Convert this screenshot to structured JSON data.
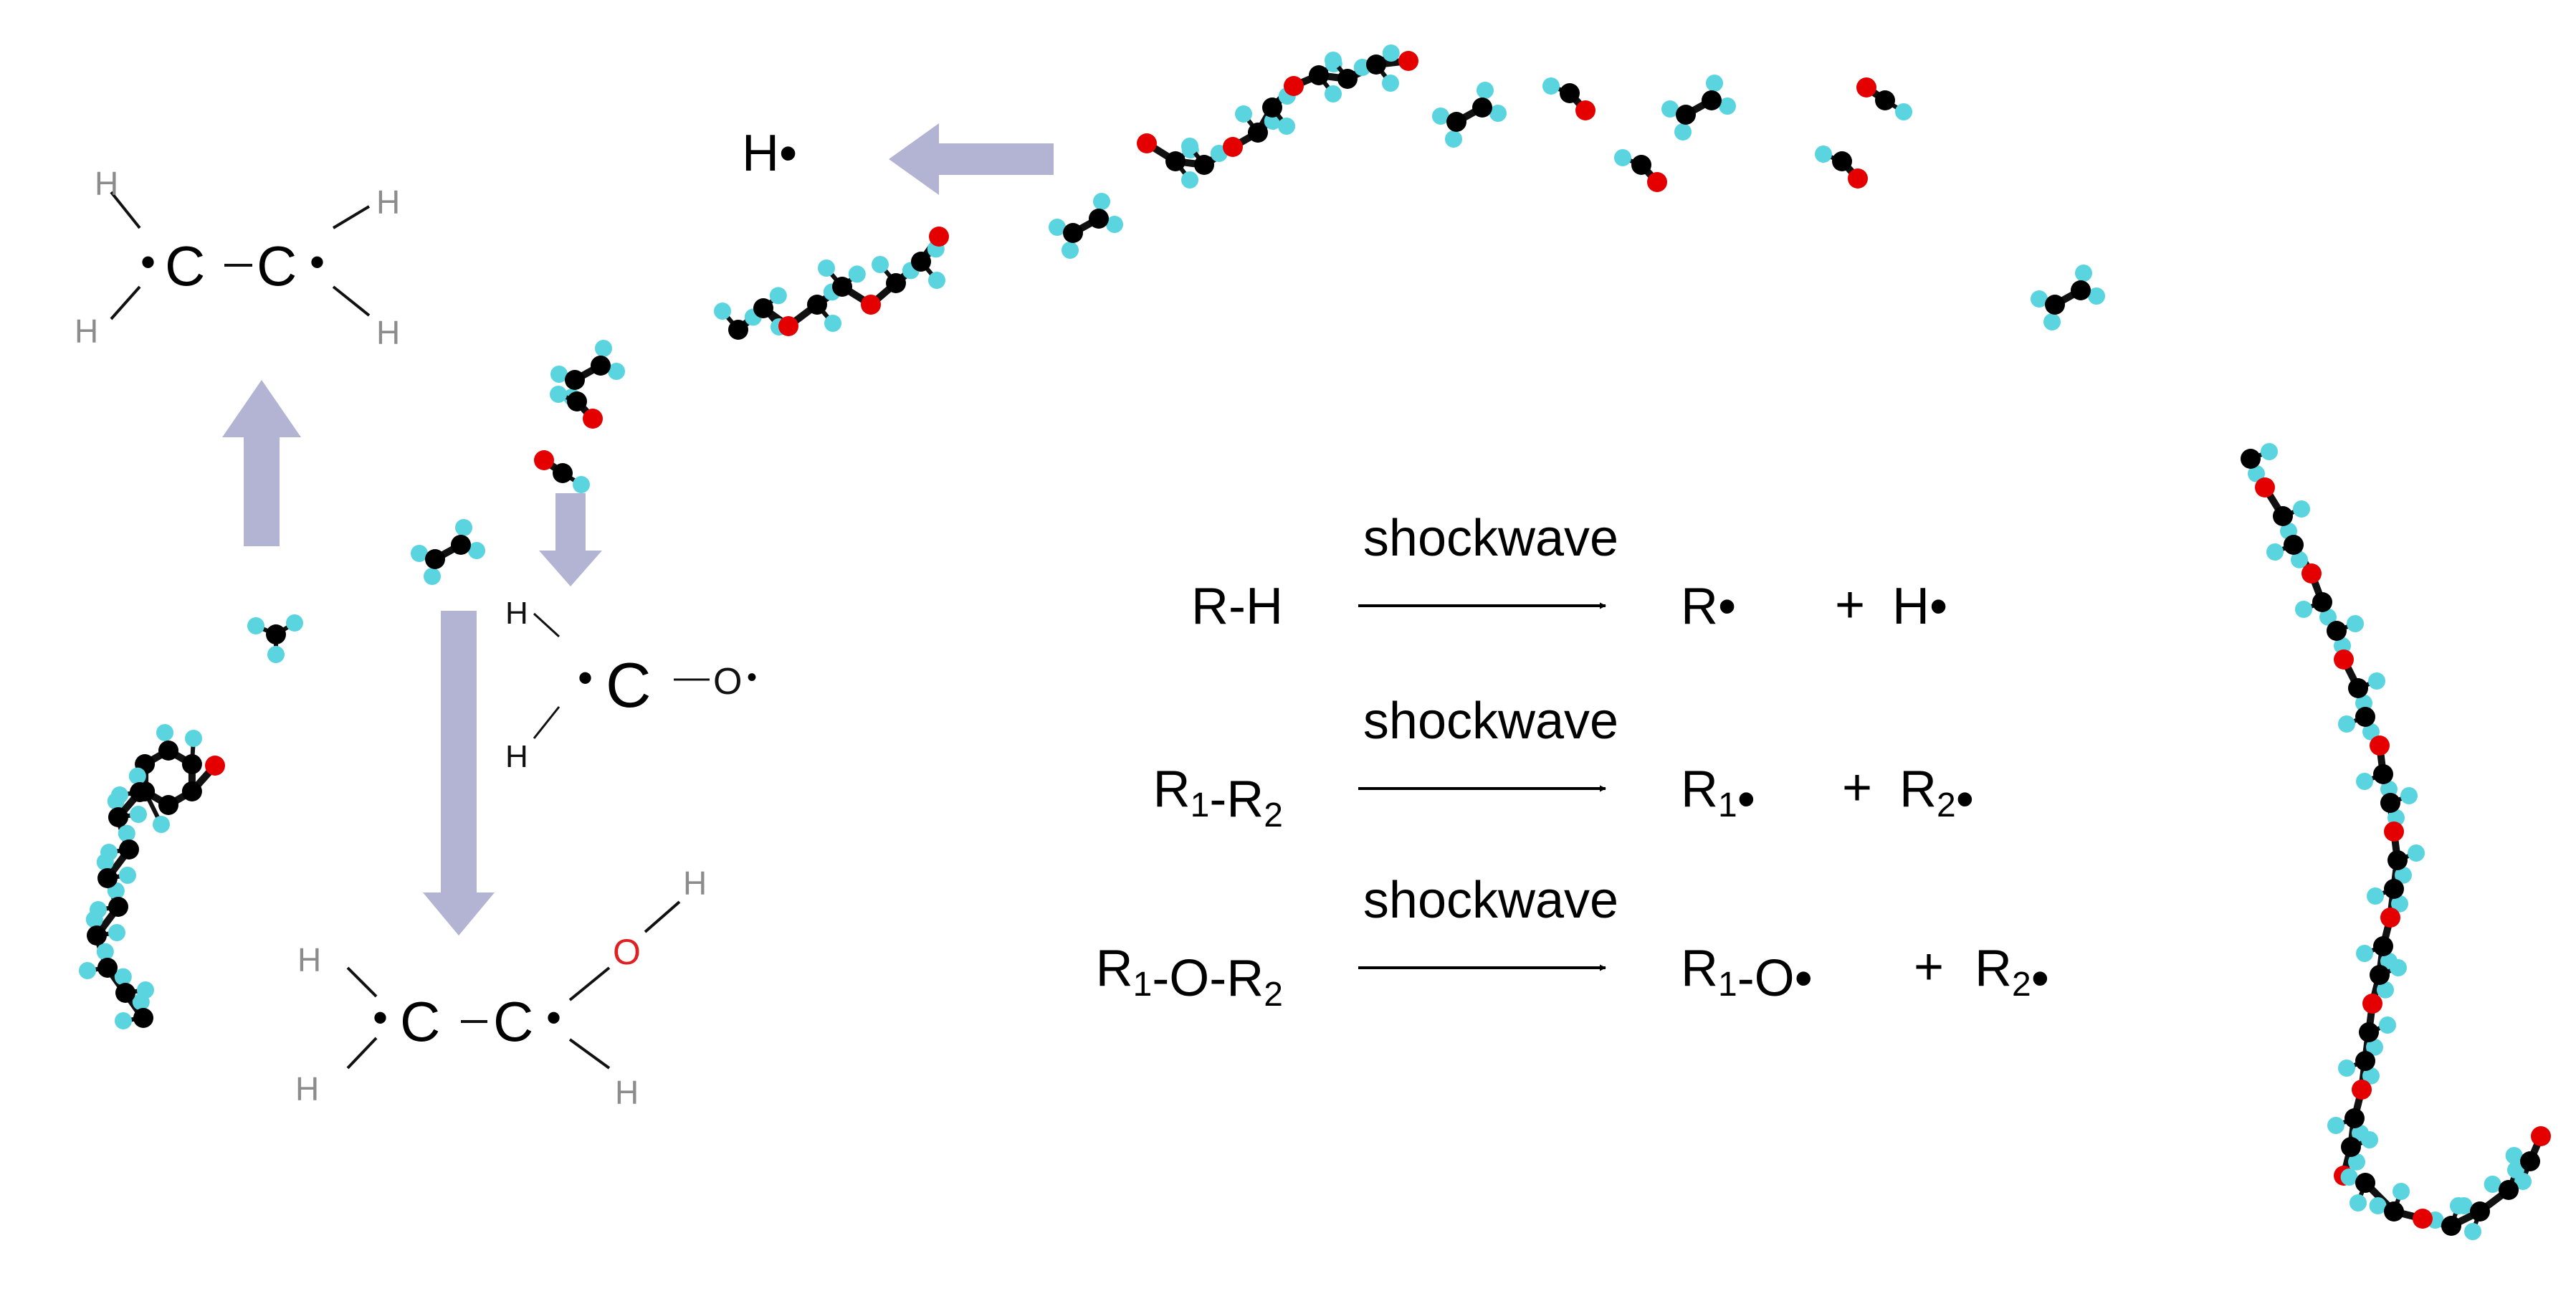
{
  "colors": {
    "carbon": "#000000",
    "hydrogen": "#5ad5e0",
    "oxygen": "#e40000",
    "arrow_fill": "#b3b4d3",
    "struct_gray": "#8c8c8c",
    "struct_red": "#e02020",
    "text": "#000000"
  },
  "icons": {
    "molecule": "ball-and-stick-molecule",
    "block_arrow": "block-arrow",
    "reaction_arrow": "reaction-arrow"
  },
  "labels": {
    "h": "H",
    "c": "C",
    "o": "O",
    "radical_dot": "•",
    "h_radical": "H•"
  },
  "reactions": [
    {
      "reactant": "R-H",
      "condition": "shockwave",
      "product1": "R•",
      "plus": "+",
      "product2": "H•"
    },
    {
      "reactant": "R1-R2",
      "condition": "shockwave",
      "product1": "R1•",
      "plus": "+",
      "product2": "R2•"
    },
    {
      "reactant": "R1-O-R2",
      "condition": "shockwave",
      "product1": "R1-O•",
      "plus": "+",
      "product2": "R2•"
    }
  ]
}
